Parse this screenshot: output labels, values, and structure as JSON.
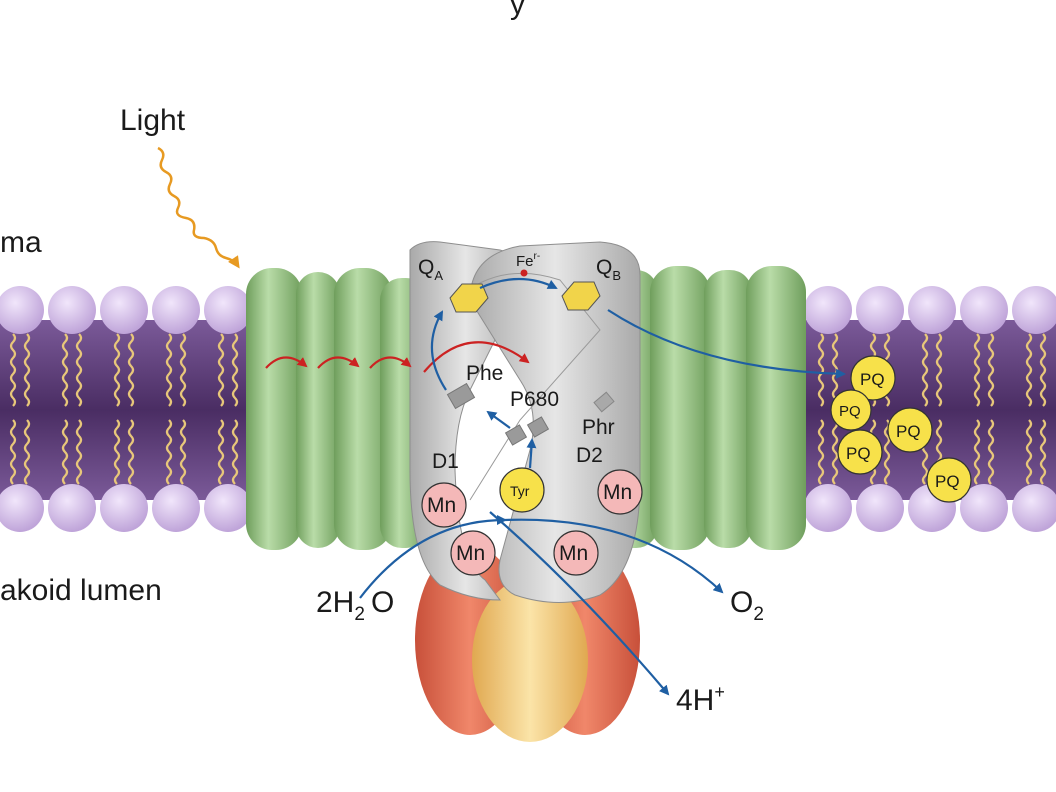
{
  "labels": {
    "title_fragment": "y",
    "light": "Light",
    "stroma": "ma",
    "lumen": "akoid lumen",
    "qa_main": "Q",
    "qa_sub": "A",
    "qb_main": "Q",
    "qb_sub": "B",
    "fe_main": "Fe",
    "fe_sup": "r-",
    "phe": "Phe",
    "p680": "P680",
    "phr": "Phr",
    "d1": "D1",
    "d2": "D2",
    "tyr": "Tyr",
    "mn": "Mn",
    "pq": "PQ",
    "water_coef": "2H",
    "water_sub": "2",
    "water_o": "O",
    "o2_main": "O",
    "o2_sub": "2",
    "h_main": "4H",
    "h_sup": "+"
  },
  "colors": {
    "lipid_head": "#d9c7ea",
    "lipid_core": "#5e3e7c",
    "lipid_tail": "#e8c77a",
    "protein_green": "#8fbf7c",
    "protein_grey": "#c8c8c8",
    "mn_fill": "#f4b8b8",
    "pq_fill": "#f7e14a",
    "arrow_blue": "#1f5fa3",
    "arrow_red": "#cc2222",
    "light_orange": "#e79a22"
  }
}
